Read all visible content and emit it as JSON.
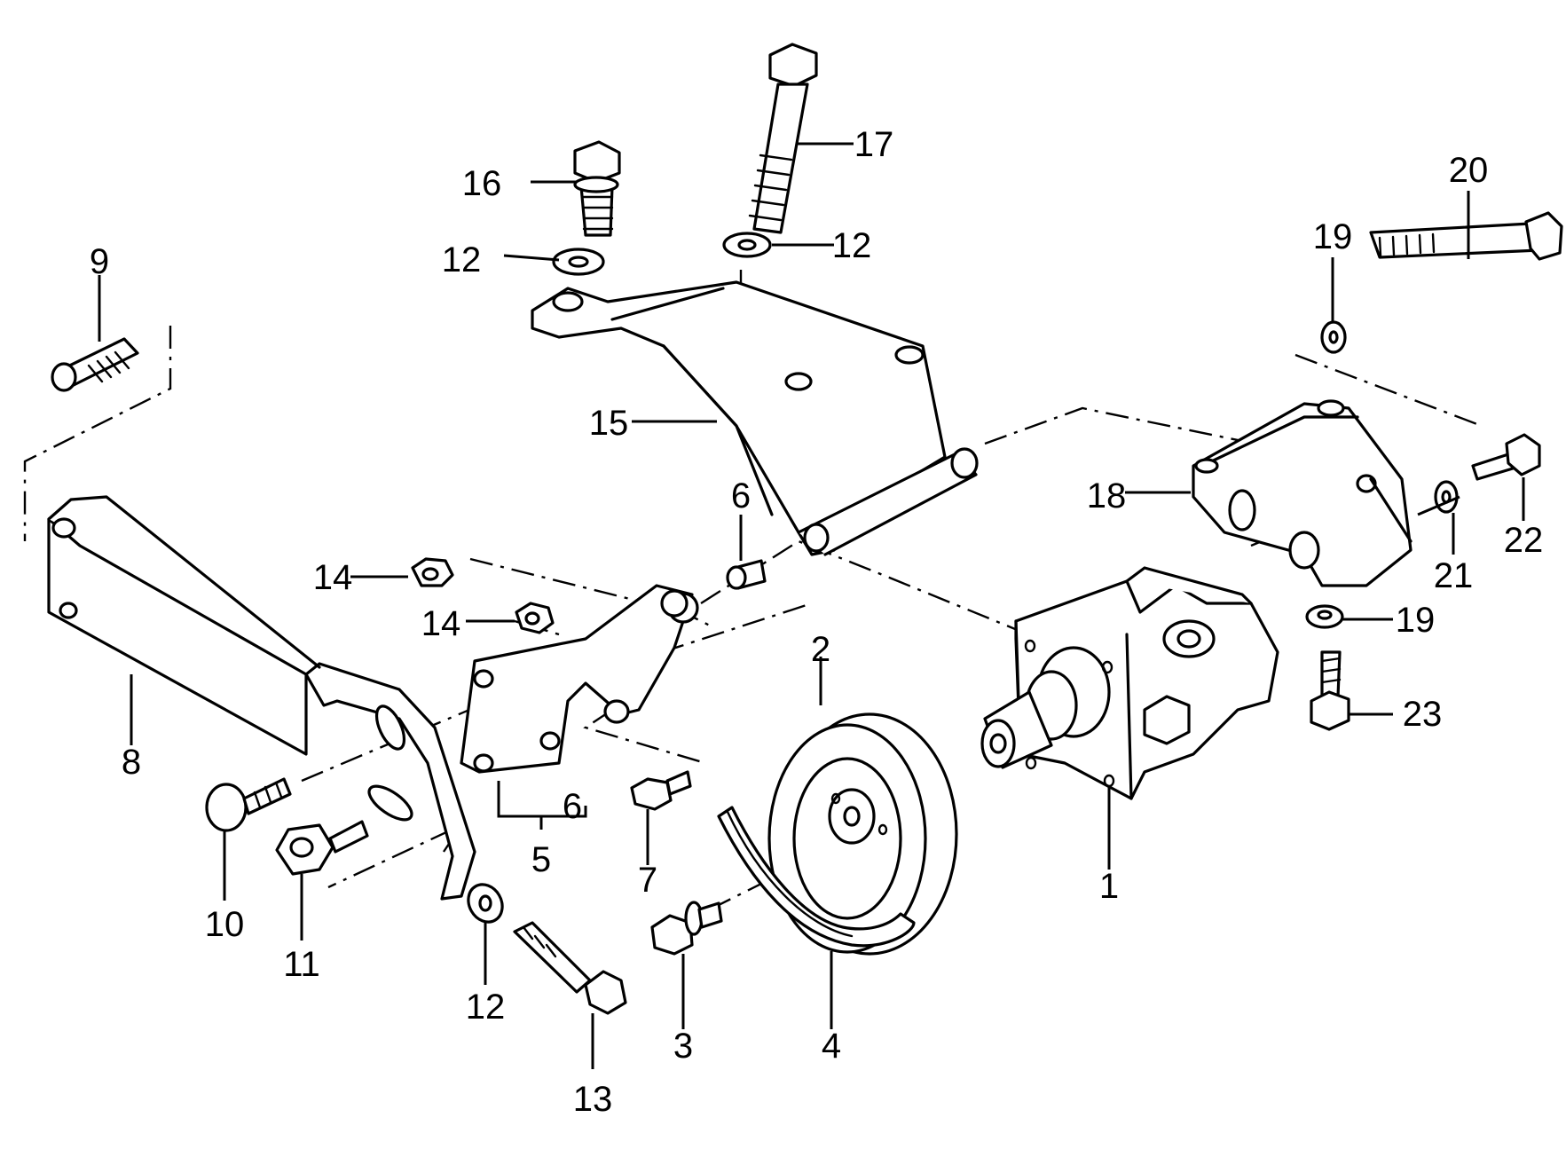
{
  "callouts": [
    {
      "id": "1",
      "text": "1"
    },
    {
      "id": "2",
      "text": "2"
    },
    {
      "id": "3",
      "text": "3"
    },
    {
      "id": "4",
      "text": "4"
    },
    {
      "id": "5",
      "text": "5"
    },
    {
      "id": "6a",
      "text": "6"
    },
    {
      "id": "6b",
      "text": "6"
    },
    {
      "id": "7",
      "text": "7"
    },
    {
      "id": "8",
      "text": "8"
    },
    {
      "id": "9",
      "text": "9"
    },
    {
      "id": "10",
      "text": "10"
    },
    {
      "id": "11",
      "text": "11"
    },
    {
      "id": "12a",
      "text": "12"
    },
    {
      "id": "12b",
      "text": "12"
    },
    {
      "id": "12c",
      "text": "12"
    },
    {
      "id": "13",
      "text": "13"
    },
    {
      "id": "14a",
      "text": "14"
    },
    {
      "id": "14b",
      "text": "14"
    },
    {
      "id": "15",
      "text": "15"
    },
    {
      "id": "16",
      "text": "16"
    },
    {
      "id": "17",
      "text": "17"
    },
    {
      "id": "18",
      "text": "18"
    },
    {
      "id": "19a",
      "text": "19"
    },
    {
      "id": "19b",
      "text": "19"
    },
    {
      "id": "20",
      "text": "20"
    },
    {
      "id": "21",
      "text": "21"
    },
    {
      "id": "22",
      "text": "22"
    },
    {
      "id": "23",
      "text": "23"
    }
  ]
}
